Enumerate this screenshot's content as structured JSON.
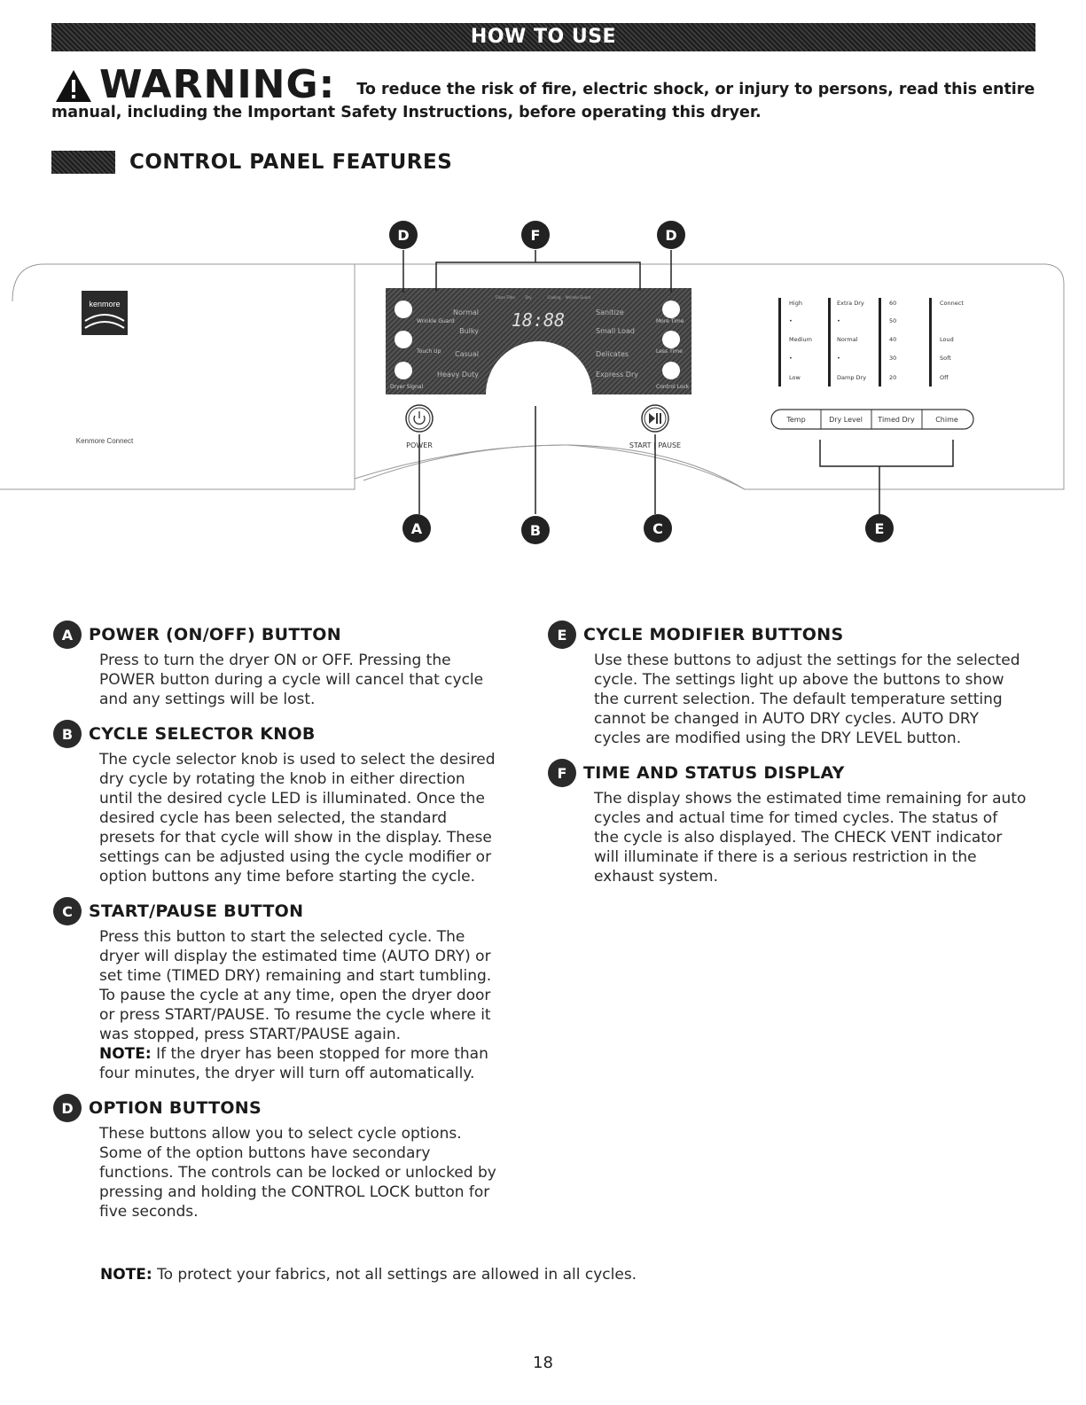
{
  "header": {
    "banner": "HOW TO USE"
  },
  "warning": {
    "word": "WARNING:",
    "line1": "To reduce the risk of fire, electric shock, or injury to persons, read this entire",
    "line2": "manual, including the Important Safety Instructions, before operating this dryer."
  },
  "section": {
    "title": "CONTROL PANEL FEATURES"
  },
  "panel": {
    "brand": "kenmore",
    "connect_label": "Kenmore Connect",
    "callouts": {
      "A": "A",
      "B": "B",
      "C": "C",
      "D": "D",
      "E": "E",
      "F": "F"
    },
    "left_option_labels": [
      "Wrinkle Guard",
      "Touch Up",
      "Dryer Signal"
    ],
    "right_option_labels": [
      "More Time",
      "Less Time",
      "Control Lock"
    ],
    "cycles_left": [
      "Normal",
      "Bulky",
      "Casual",
      "Heavy Duty"
    ],
    "cycles_right": [
      "Sanitize",
      "Small Load",
      "Delicates",
      "Express Dry"
    ],
    "display_icons": [
      "Clean Filter",
      "Dry",
      "Cooling",
      "Wrinkle Guard"
    ],
    "display_time": "18:88",
    "power_label": "POWER",
    "start_label": "START | PAUSE",
    "temp_levels": [
      "High",
      "•",
      "Medium",
      "•",
      "Low"
    ],
    "dry_levels": [
      "Extra Dry",
      "•",
      "Normal",
      "•",
      "Damp Dry"
    ],
    "timed_levels": [
      "60",
      "50",
      "40",
      "30",
      "20"
    ],
    "chime_levels": [
      "Connect",
      "Loud",
      "Soft",
      "Off"
    ],
    "modifier_buttons": [
      "Temp",
      "Dry Level",
      "Timed Dry",
      "Chime"
    ]
  },
  "items_left": [
    {
      "badge": "A",
      "title": "POWER (ON/OFF) BUTTON",
      "body": "Press to turn the dryer ON or OFF. Pressing the POWER button during a cycle will cancel that cycle and any settings will be lost."
    },
    {
      "badge": "B",
      "title": "CYCLE SELECTOR KNOB",
      "body": "The cycle selector knob is used to select the desired dry cycle by rotating the knob in either direction until the desired cycle LED is illuminated. Once the desired cycle has been selected, the standard presets for that cycle will show in the display. These settings can be adjusted using the cycle modifier or option buttons any time before starting the cycle."
    },
    {
      "badge": "C",
      "title": "START/PAUSE BUTTON",
      "body": "Press this button to start the selected cycle. The dryer will display the estimated time (AUTO DRY) or set time (TIMED DRY) remaining and start tumbling. To pause the cycle at any time, open the dryer door or press START/PAUSE. To resume the cycle where it was stopped, press START/PAUSE again.",
      "note_label": "NOTE:",
      "note": " If the dryer has been stopped for more than four minutes, the dryer will turn off automatically."
    },
    {
      "badge": "D",
      "title": "OPTION BUTTONS",
      "body": "These buttons allow you to select cycle options. Some of the option buttons have secondary functions. The controls can be locked or unlocked by pressing and holding the CONTROL LOCK button for five seconds."
    }
  ],
  "items_right": [
    {
      "badge": "E",
      "title": "CYCLE MODIFIER BUTTONS",
      "body": "Use these buttons to adjust the settings for the selected cycle. The settings light up above the buttons to show the current selection. The default temperature setting cannot be changed in AUTO DRY cycles. AUTO DRY cycles are modified using the DRY LEVEL button."
    },
    {
      "badge": "F",
      "title": "TIME AND STATUS DISPLAY",
      "body": "The display shows the estimated time remaining for auto cycles and actual time for timed cycles. The status of the cycle is also displayed. The CHECK VENT indicator will illuminate if there is a serious restriction in the exhaust system."
    }
  ],
  "footer": {
    "note_label": "NOTE:",
    "note": " To protect your fabrics, not all settings are allowed in all cycles.",
    "page": "18"
  }
}
